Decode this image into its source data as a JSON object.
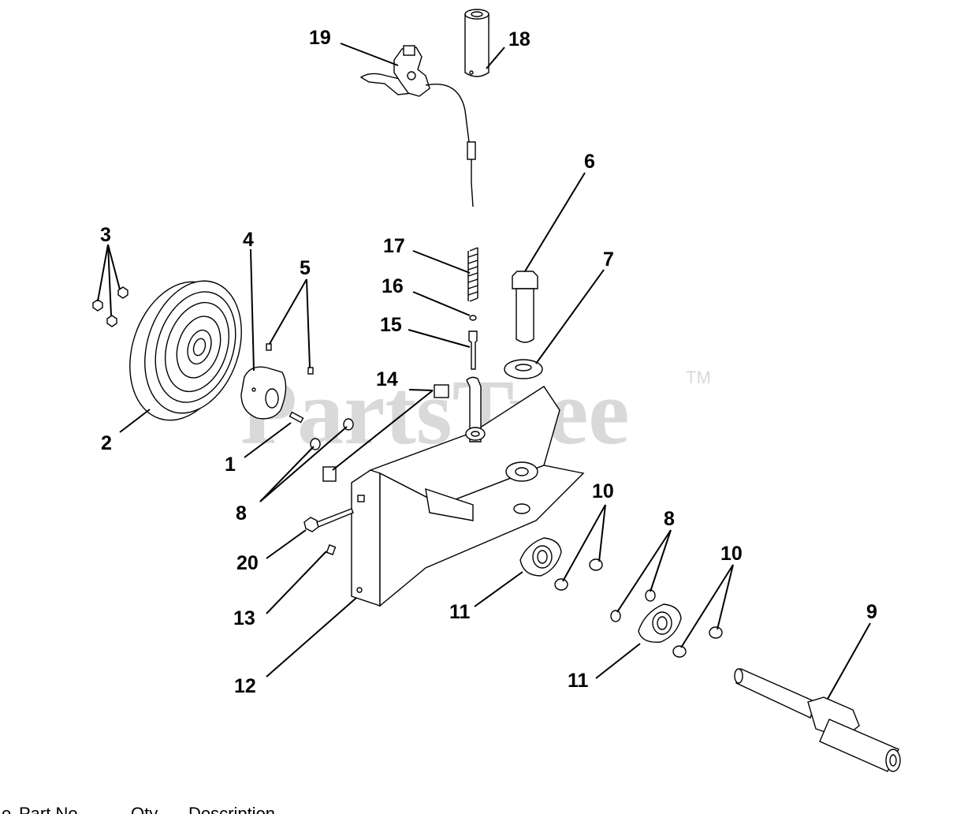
{
  "watermark": "PartsTree",
  "trademark": "TM",
  "callouts": {
    "c1": "1",
    "c2": "2",
    "c3": "3",
    "c4": "4",
    "c5": "5",
    "c6": "6",
    "c7": "7",
    "c8a": "8",
    "c8b": "8",
    "c9": "9",
    "c10a": "10",
    "c10b": "10",
    "c11a": "11",
    "c11b": "11",
    "c12": "12",
    "c13": "13",
    "c14": "14",
    "c15": "15",
    "c16": "16",
    "c17": "17",
    "c18": "18",
    "c19": "19",
    "c20": "20"
  },
  "table_header": {
    "ref": "e",
    "part_no": "Part No",
    "qty": "Qty",
    "description": "Description"
  }
}
